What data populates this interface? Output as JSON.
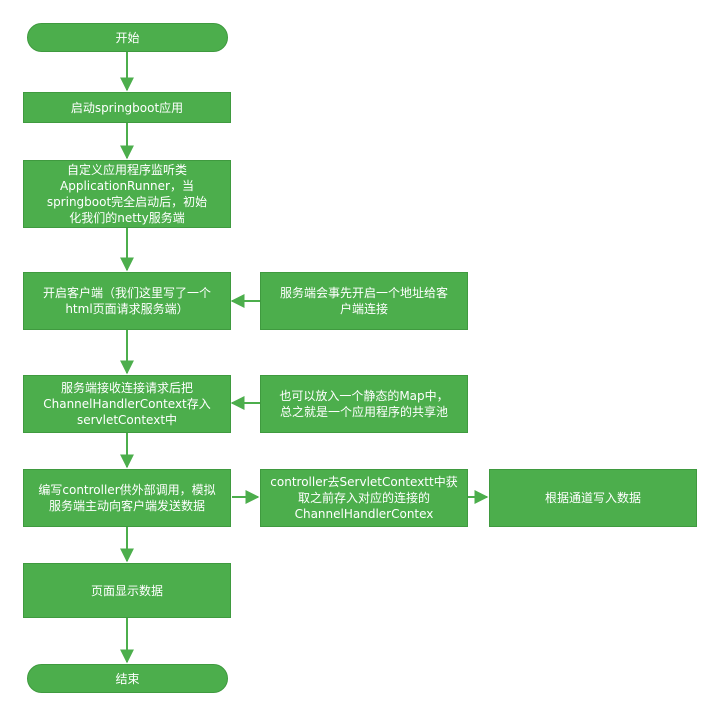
{
  "diagram": {
    "nodes": {
      "start": "开始",
      "launch": "启动springboot应用",
      "runner": "自定义应用程序监听类\nApplicationRunner，当\nspringboot完全启动后，初始\n化我们的netty服务端",
      "client": "开启客户端（我们这里写了一个\nhtml页面请求服务端）",
      "server_addr": "服务端会事先开启一个地址给客\n户端连接",
      "store": "服务端接收连接请求后把\nChannelHandlerContext存入\nservletContext中",
      "map_note": "也可以放入一个静态的Map中，\n总之就是一个应用程序的共享池",
      "controller": "编写controller供外部调用，模拟\n服务端主动向客户端发送数据",
      "get_ctx": "controller去ServletContextt中获\n取之前存入对应的连接的\nChannelHandlerContex",
      "write": "根据通道写入数据",
      "display": "页面显示数据",
      "end": "结束"
    },
    "colors": {
      "node_fill": "#4cae4c",
      "edge": "#4cae4c",
      "text": "#ffffff"
    }
  }
}
